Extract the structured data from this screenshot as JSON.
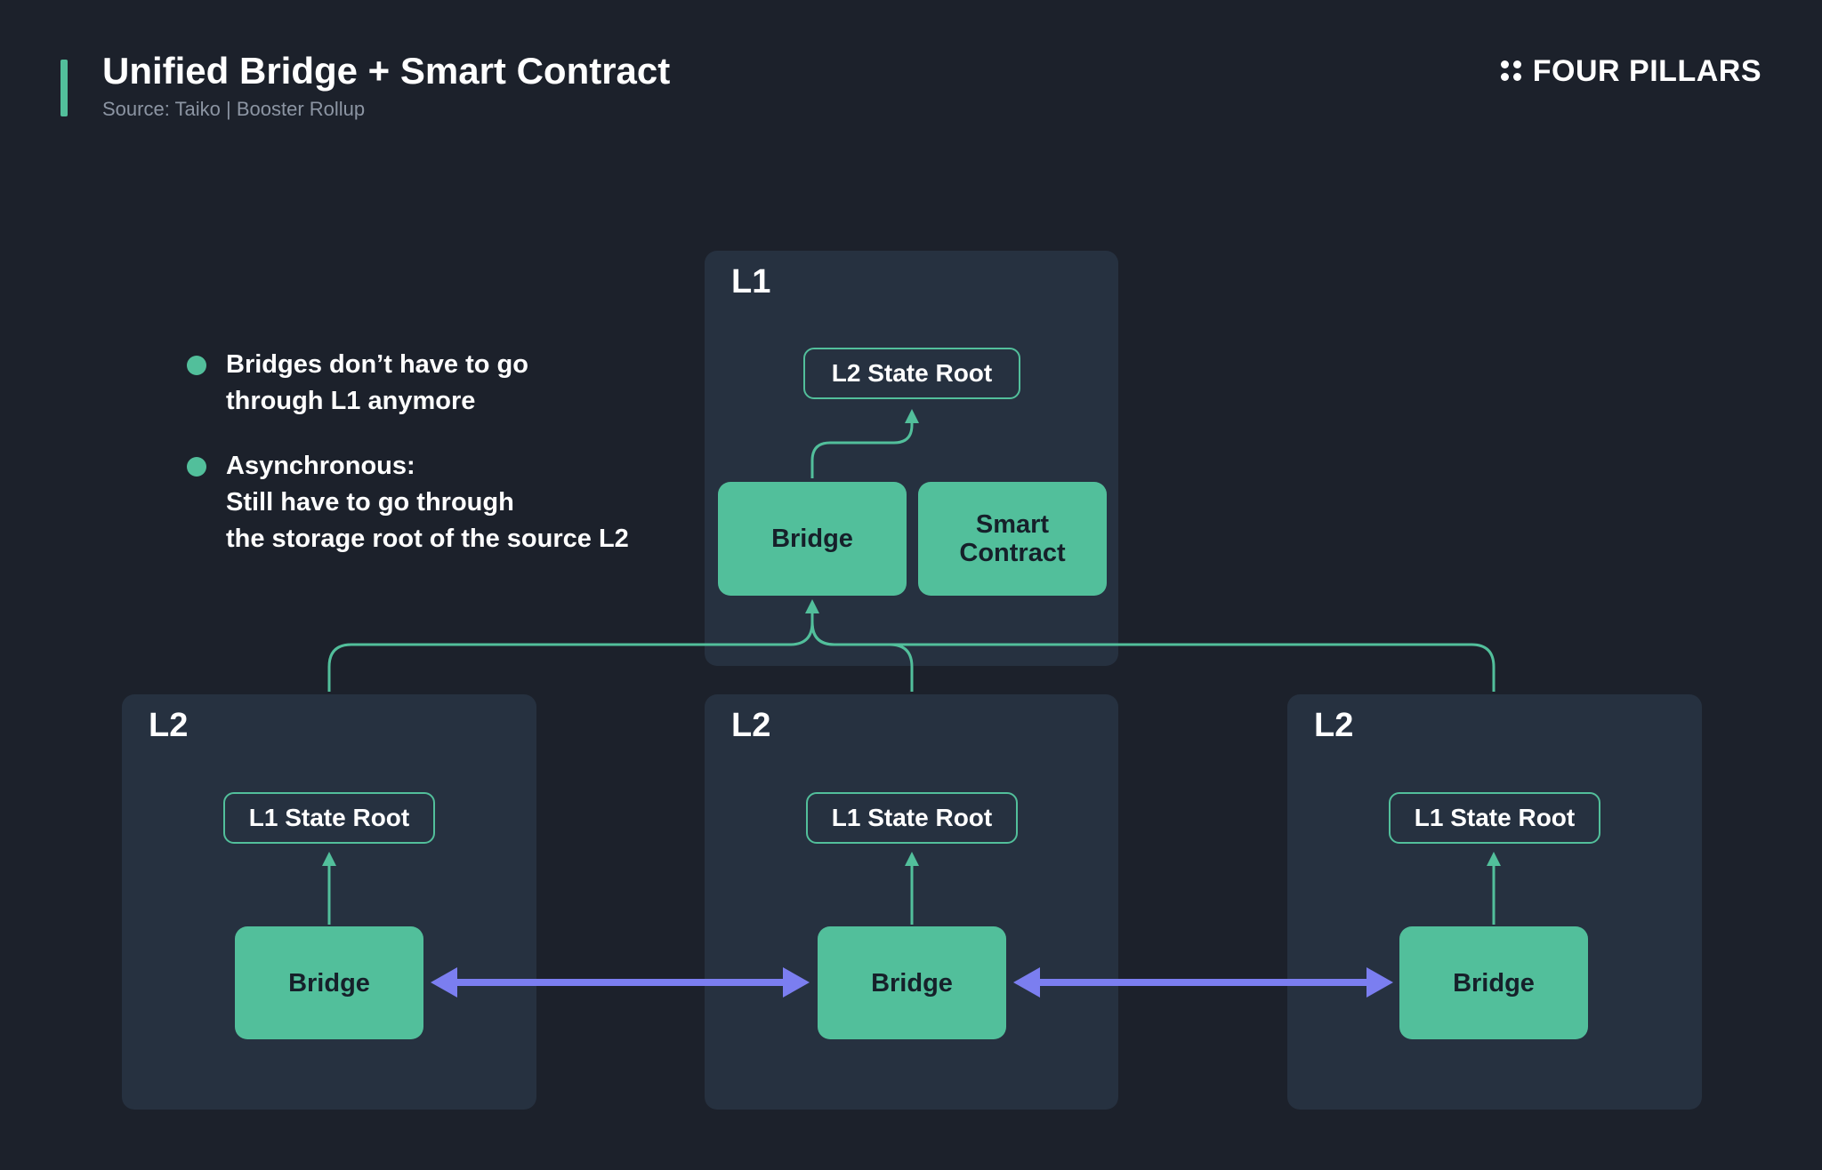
{
  "header": {
    "title": "Unified Bridge + Smart Contract",
    "subtitle": "Source: Taiko | Booster Rollup",
    "logo_text": "FOUR PILLARS"
  },
  "notes": [
    {
      "lines": [
        "Bridges don’t have to go",
        "through L1 anymore"
      ]
    },
    {
      "lines": [
        "Asynchronous:",
        "Still have to go through",
        "the storage root of the source L2"
      ]
    }
  ],
  "l1": {
    "label": "L1",
    "state_root": "L2 State Root",
    "bridge": "Bridge",
    "smart_contract": "Smart Contract"
  },
  "l2_panels": [
    {
      "label": "L2",
      "state_root": "L1 State Root",
      "bridge": "Bridge"
    },
    {
      "label": "L2",
      "state_root": "L1 State Root",
      "bridge": "Bridge"
    },
    {
      "label": "L2",
      "state_root": "L1 State Root",
      "bridge": "Bridge"
    }
  ],
  "colors": {
    "background": "#1c212b",
    "panel": "#263140",
    "accent_green": "#52bf9b",
    "arrow_purple": "#7b7ef0",
    "text": "#ffffff"
  }
}
